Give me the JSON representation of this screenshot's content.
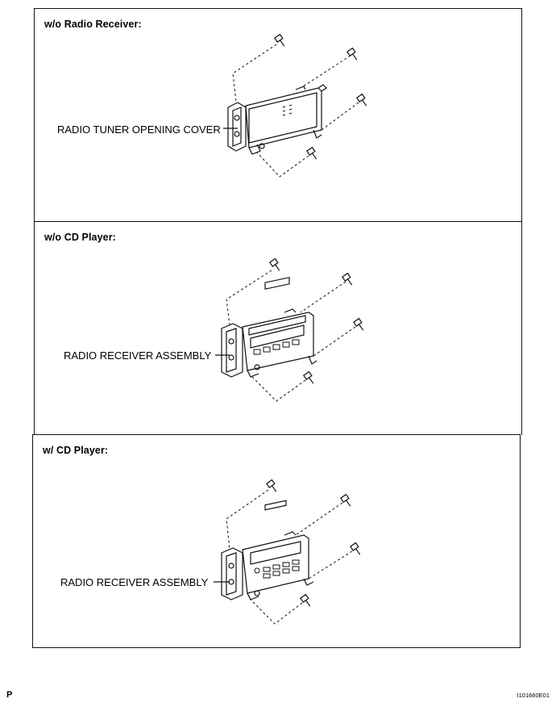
{
  "panels": [
    {
      "heading": "w/o Radio Receiver:",
      "callout": "RADIO TUNER OPENING COVER"
    },
    {
      "heading": "w/o CD Player:",
      "callout": "RADIO RECEIVER ASSEMBLY"
    },
    {
      "heading": "w/ CD Player:",
      "callout": "RADIO RECEIVER ASSEMBLY"
    }
  ],
  "footer": {
    "page_code": "P",
    "figure_id": "I101660E01"
  },
  "colors": {
    "line": "#111111",
    "background": "#ffffff"
  },
  "icons": [
    "screw-icon",
    "radio-unit-illustration",
    "mounting-bracket-illustration"
  ]
}
